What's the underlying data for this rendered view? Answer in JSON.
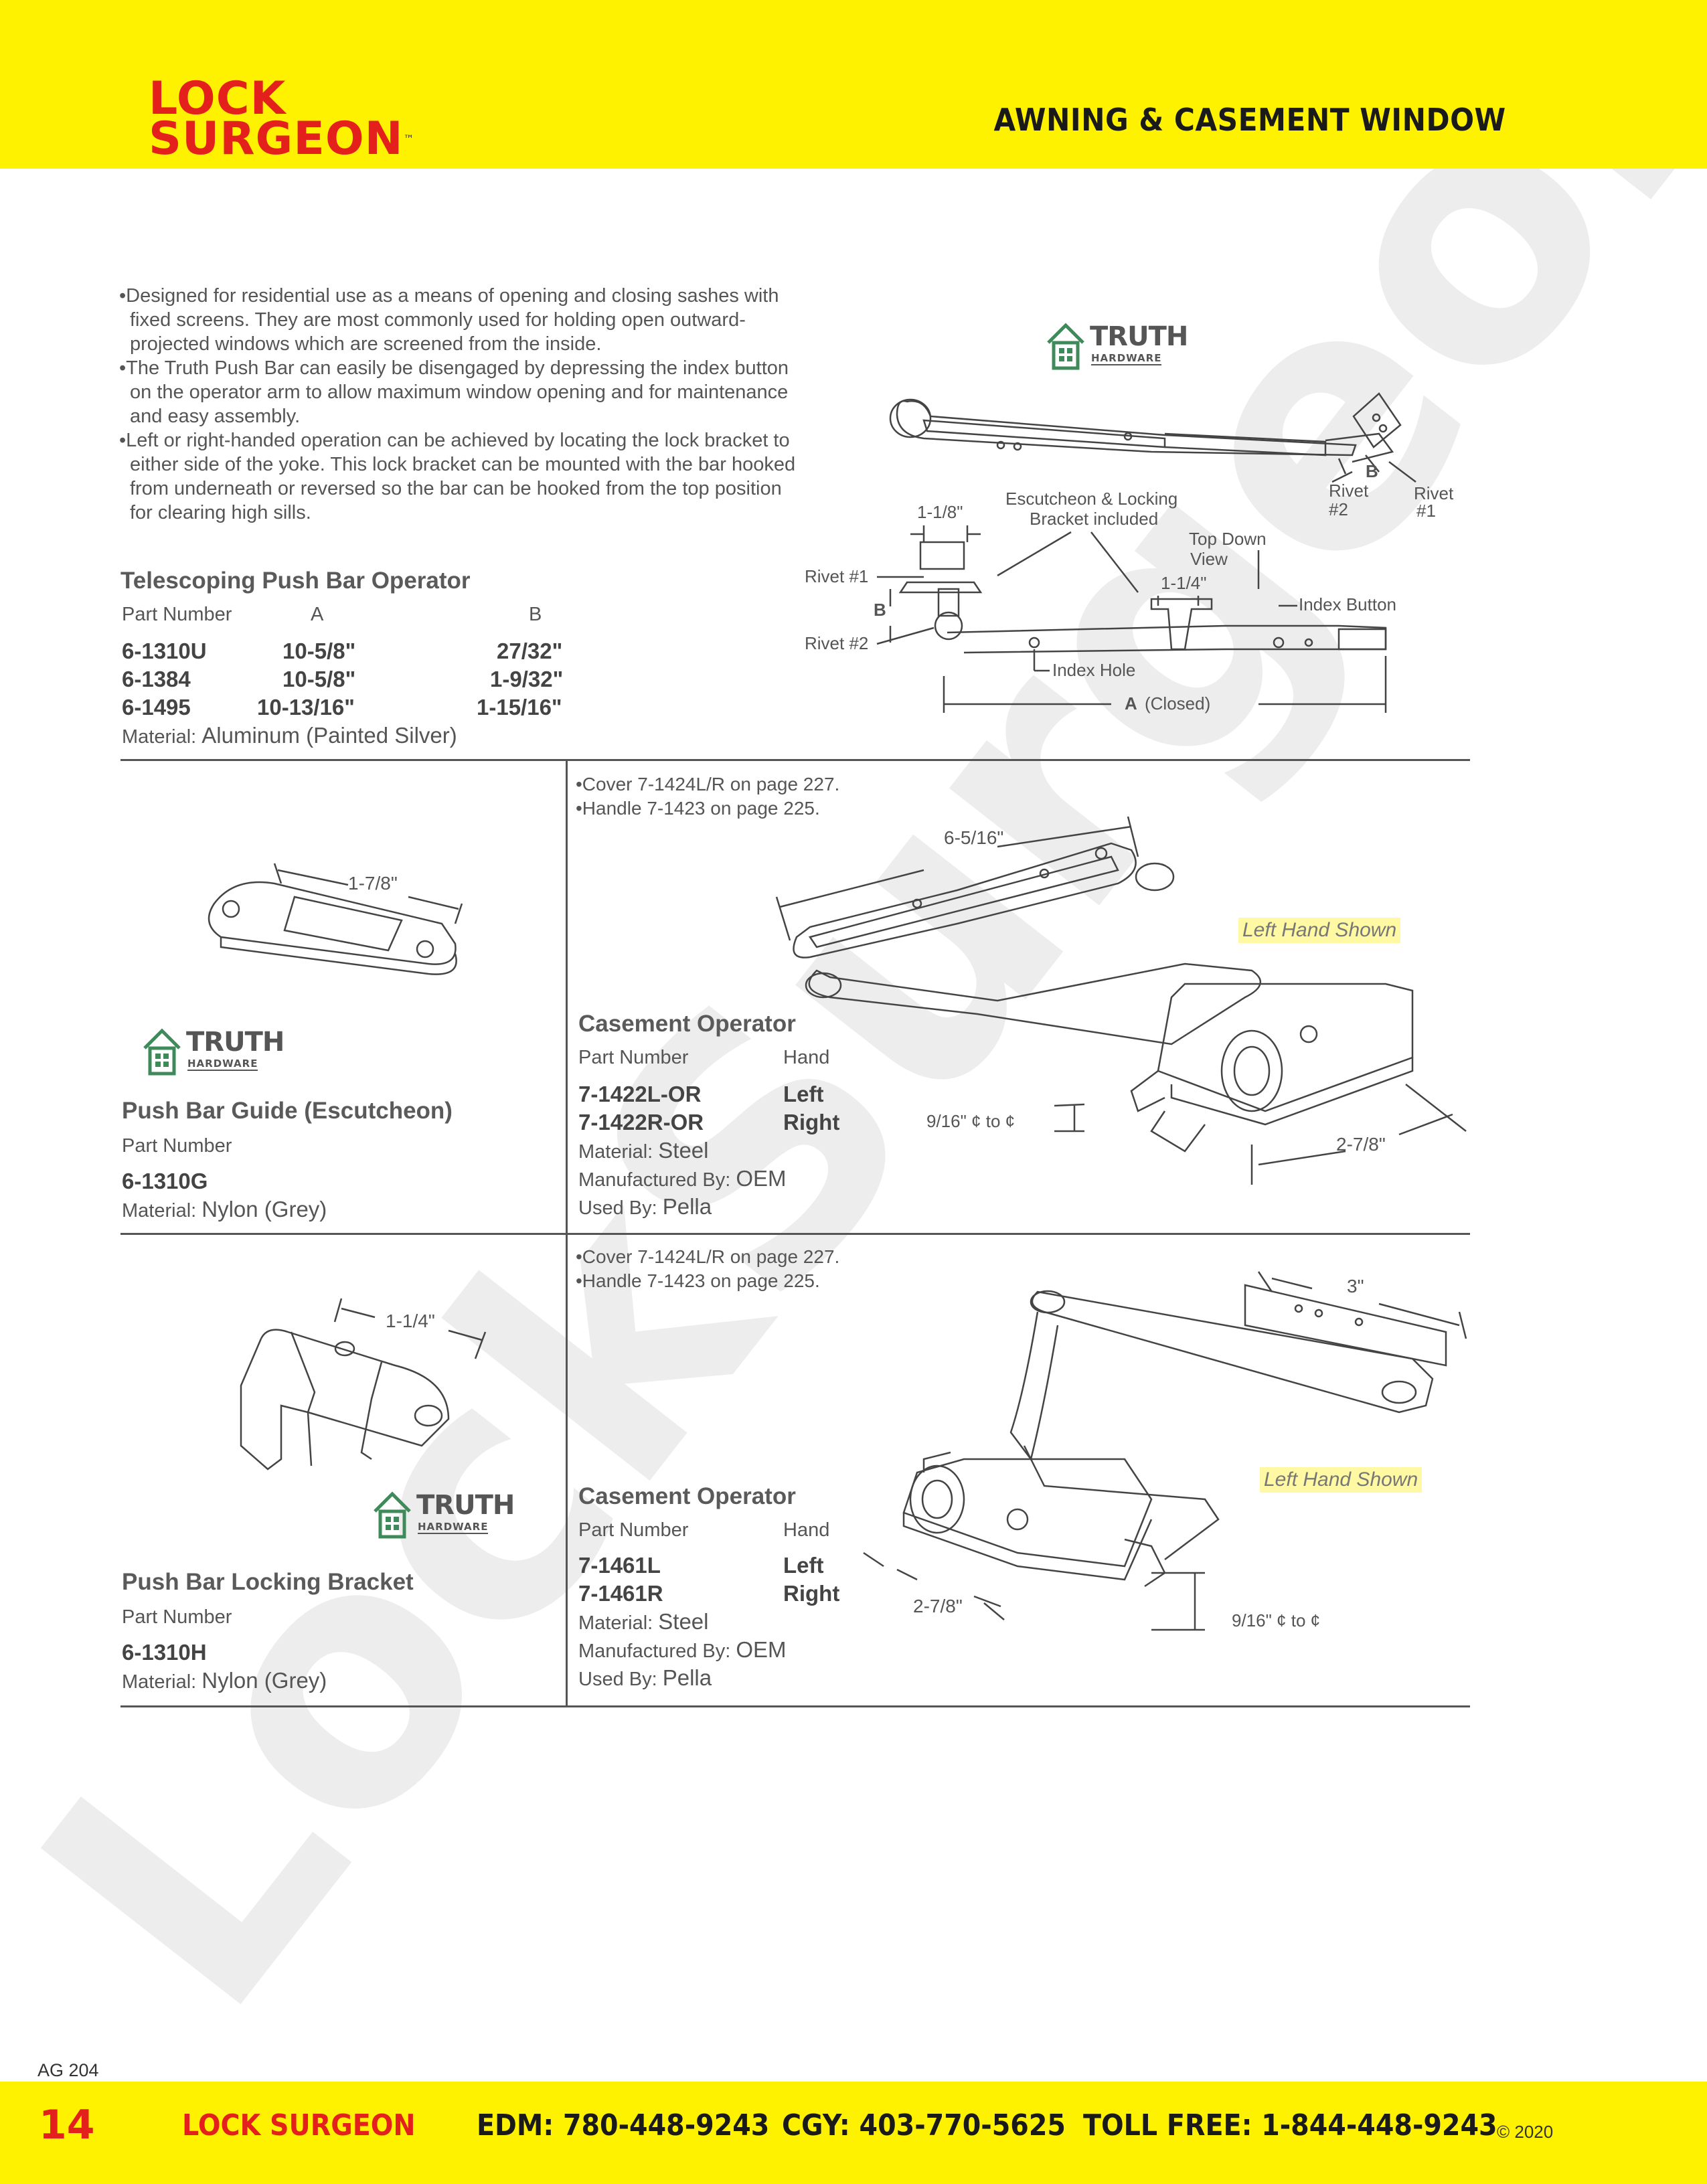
{
  "header": {
    "brand_line1": "LOCK",
    "brand_line2": "SURGEON",
    "trademark": "™",
    "section_title": "AWNING & CASEMENT WINDOW",
    "background_color": "#fff200",
    "brand_color": "#e3201b"
  },
  "watermark": {
    "text": "LockSurgeon.com"
  },
  "push_bar_operator": {
    "bullets": [
      "•Designed for residential use as a means of opening and closing sashes with fixed screens. They are most commonly used for holding open outward-projected windows which are screened from the inside.",
      "•The Truth Push Bar can easily be disengaged by depressing the index button on the operator arm to allow maximum window opening and for maintenance and easy assembly.",
      "•Left or right-handed operation can be achieved by locating the lock bracket to either side of the yoke. This lock bracket can be mounted with the bar hooked from underneath or reversed so the bar can be hooked from the top position for clearing high sills."
    ],
    "title": "Telescoping Push Bar Operator",
    "columns": [
      "Part Number",
      "A",
      "B"
    ],
    "rows": [
      [
        "6-1310U",
        "10-5/8\"",
        "27/32\""
      ],
      [
        "6-1384",
        "10-5/8\"",
        "1-9/32\""
      ],
      [
        "6-1495",
        "10-13/16\"",
        "1-15/16\""
      ]
    ],
    "material_label": "Material:",
    "material_value": "Aluminum (Painted Silver)",
    "logo_text": "TRUTH",
    "logo_sub": "HARDWARE",
    "diagram_labels": {
      "b_top": "B",
      "rivet2_top": "Rivet",
      "rivet2_top_num": "#2",
      "rivet1_top": "Rivet",
      "rivet1_top_num": "#1",
      "escutcheon": "Escutcheon & Locking",
      "escutcheon2": "Bracket included",
      "dim_1_1_8": "1-1/8\"",
      "top_down": "Top Down",
      "top_down2": "View",
      "dim_1_1_4": "1-1/4\"",
      "index_button": "Index Button",
      "rivet1_side": "Rivet #1",
      "b_side": "B",
      "rivet2_side": "Rivet #2",
      "index_hole": "Index Hole",
      "a_letter": "A",
      "a_closed": "(Closed)"
    }
  },
  "push_bar_guide": {
    "title": "Push Bar Guide (Escutcheon)",
    "part_number_label": "Part Number",
    "part_number": "6-1310G",
    "material_label": "Material:",
    "material_value": "Nylon (Grey)",
    "dimension": "1-7/8\"",
    "logo_text": "TRUTH",
    "logo_sub": "HARDWARE"
  },
  "casement_operator_1": {
    "notes": [
      "•Cover 7-1424L/R on page 227.",
      "•Handle 7-1423 on page 225."
    ],
    "title": "Casement Operator",
    "columns": [
      "Part Number",
      "Hand"
    ],
    "rows": [
      [
        "7-1422L-OR",
        "Left"
      ],
      [
        "7-1422R-OR",
        "Right"
      ]
    ],
    "material_label": "Material:",
    "material_value": "Steel",
    "manufactured_label": "Manufactured By:",
    "manufactured_value": "OEM",
    "used_label": "Used By:",
    "used_value": "Pella",
    "hand_note": "Left Hand Shown",
    "dim_arm": "6-5/16\"",
    "dim_cc": "9/16\" ¢ to ¢",
    "dim_base": "2-7/8\""
  },
  "push_bar_locking_bracket": {
    "title": "Push Bar Locking Bracket",
    "part_number_label": "Part Number",
    "part_number": "6-1310H",
    "material_label": "Material:",
    "material_value": "Nylon (Grey)",
    "dimension": "1-1/4\"",
    "logo_text": "TRUTH",
    "logo_sub": "HARDWARE"
  },
  "casement_operator_2": {
    "notes": [
      "•Cover 7-1424L/R on page 227.",
      "•Handle 7-1423 on page 225."
    ],
    "title": "Casement Operator",
    "columns": [
      "Part Number",
      "Hand"
    ],
    "rows": [
      [
        "7-1461L",
        "Left"
      ],
      [
        "7-1461R",
        "Right"
      ]
    ],
    "material_label": "Material:",
    "material_value": "Steel",
    "manufactured_label": "Manufactured By:",
    "manufactured_value": "OEM",
    "used_label": "Used By:",
    "used_value": "Pella",
    "hand_note": "Left Hand Shown",
    "dim_arm": "3\"",
    "dim_base": "2-7/8\"",
    "dim_cc": "9/16\" ¢ to ¢"
  },
  "footer": {
    "page_code": "AG 204",
    "page_number": "14",
    "brand": "LOCK SURGEON",
    "edm": "EDM: 780-448-9243",
    "cgy": "CGY: 403-770-5625",
    "toll_free": "TOLL FREE: 1-844-448-9243",
    "copyright": "© 2020"
  }
}
